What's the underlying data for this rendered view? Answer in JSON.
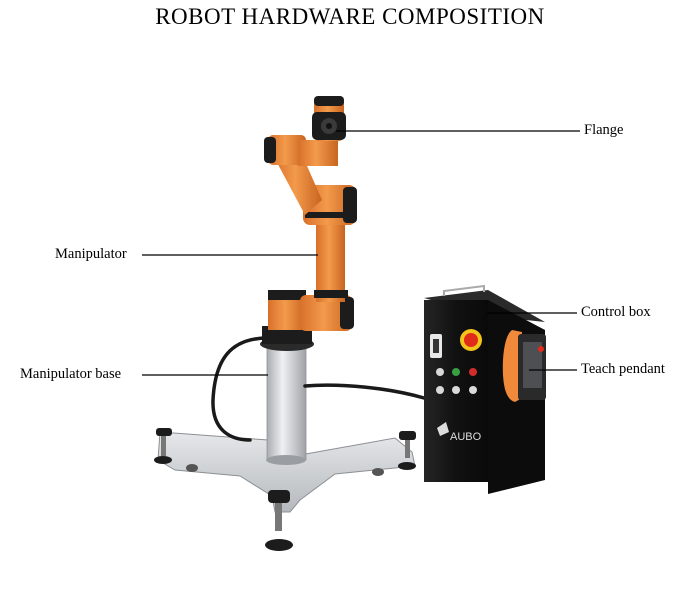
{
  "title": "ROBOT HARDWARE COMPOSITION",
  "labels": {
    "flange": "Flange",
    "manipulator": "Manipulator",
    "manipulator_base": "Manipulator base",
    "control_box": "Control box",
    "teach_pendant": "Teach pendant"
  },
  "brand": "AUBO",
  "colors": {
    "arm_orange": "#f08a3a",
    "joint_black": "#1c1c1c",
    "stand_gray": "#c9ccd0",
    "box_black": "#151515",
    "estop_red": "#e02a1a",
    "estop_yellow": "#f2c318"
  }
}
